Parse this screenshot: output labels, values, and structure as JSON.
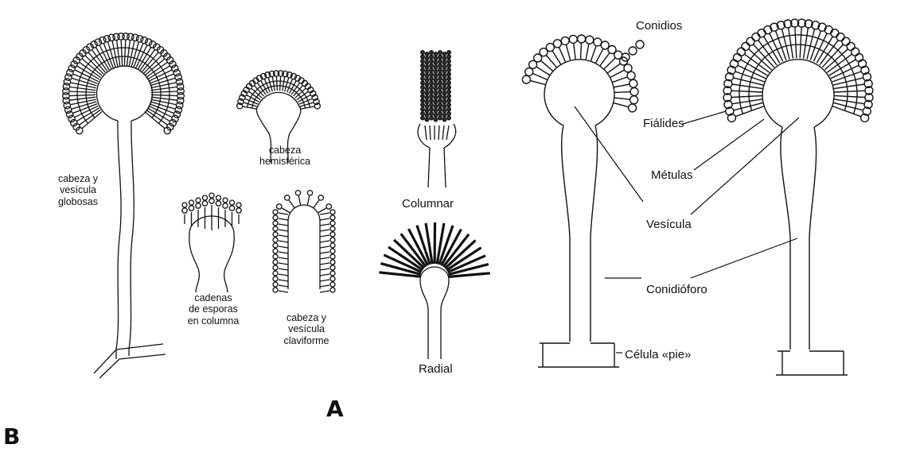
{
  "left_labels": {
    "globose": "cabeza y\nvesícula\nglobosas",
    "hemispheric": "cabeza\nhemisférica",
    "columns": "cadenas\nde esporas\nen columna",
    "claviform": "cabeza y\nvesícula\nclaviforme"
  },
  "middle_labels": {
    "columnar": "Columnar",
    "radial": "Radial"
  },
  "right_labels": {
    "conidios": "Conidios",
    "fialides": "Fiálides",
    "metulas": "Métulas",
    "vesicula": "Vesícula",
    "conidioforo": "Conidióforo",
    "celula_pie": "Célula «pie»"
  },
  "panel_letters": {
    "a": "A",
    "b": "B"
  },
  "colors": {
    "ink": "#111111",
    "background": "#ffffff"
  }
}
